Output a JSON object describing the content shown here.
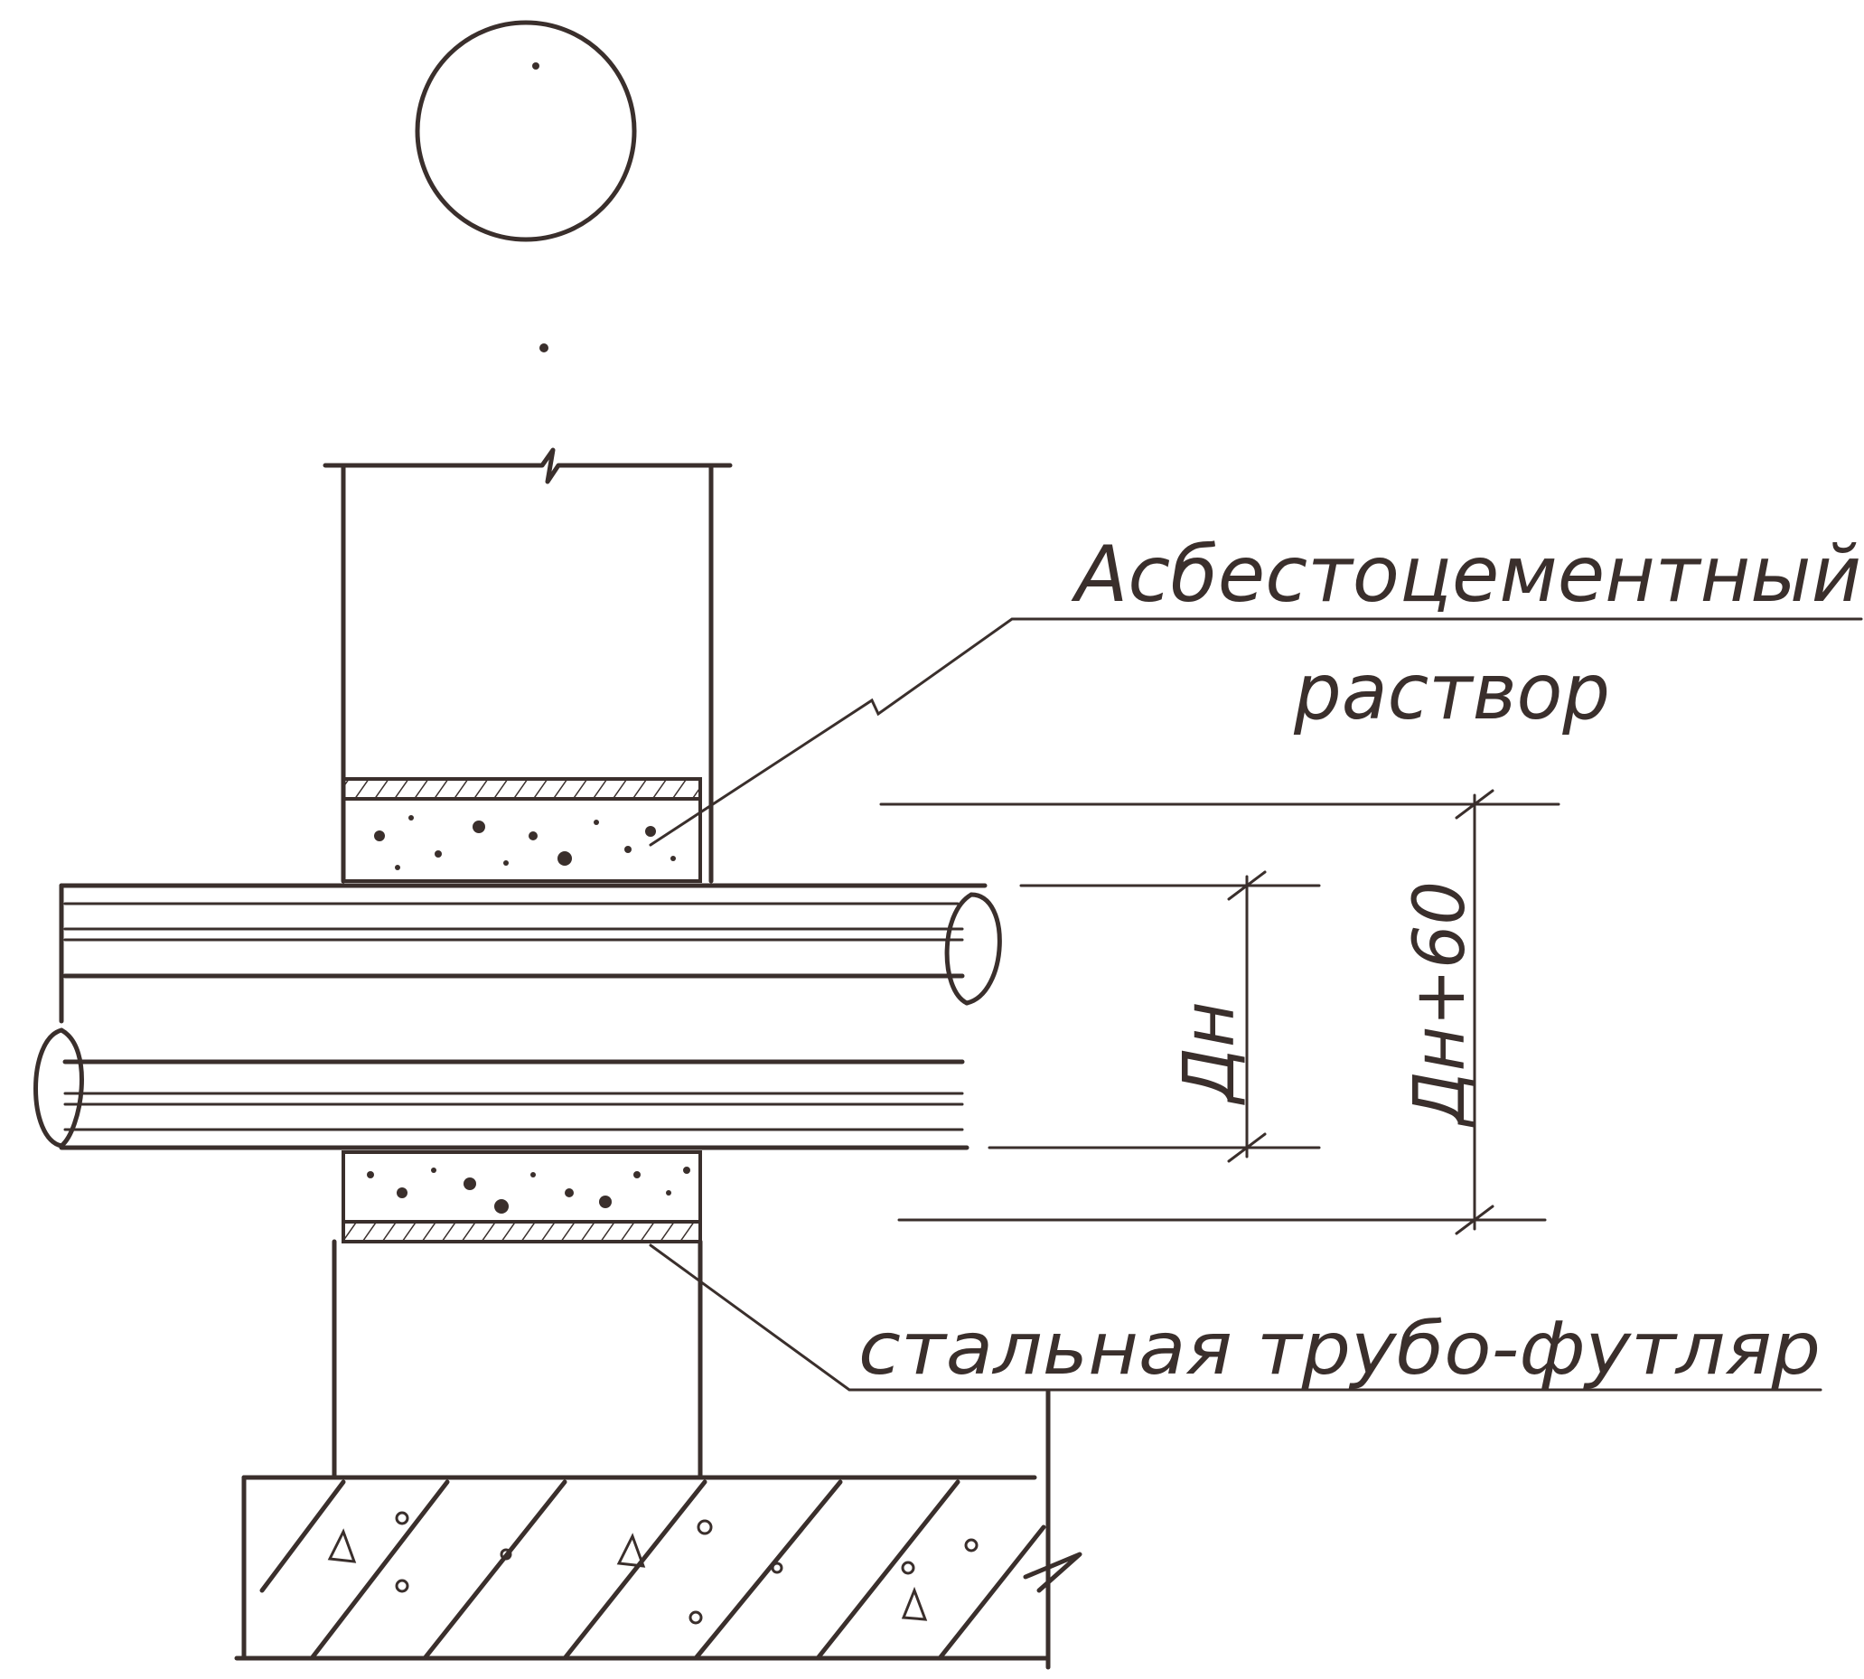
{
  "labels": {
    "mortar_line1": "Асбестоцементный",
    "mortar_line2": "раствор",
    "casing": "стальная трубо-футляр",
    "dim_outer": "Дн",
    "dim_outer_plus": "Дн+60"
  },
  "colors": {
    "ink": "#3a2f2c",
    "paper": "#ffffff"
  }
}
